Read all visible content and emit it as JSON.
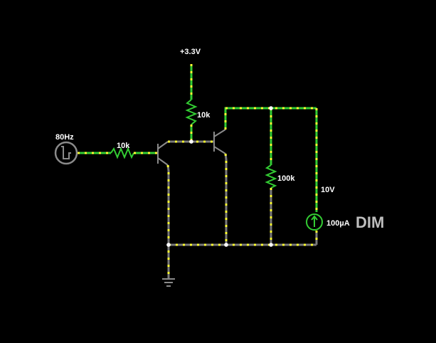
{
  "labels": {
    "supply": "+3.3V",
    "source_freq": "80Hz",
    "r_base": "10k",
    "r_pullup": "10k",
    "r_load": "100k",
    "voltage": "10V",
    "current": "100µA",
    "mode": "DIM"
  },
  "colors": {
    "background": "#000000",
    "active_wire": "#33cc33",
    "inactive_wire": "#7a7a7a",
    "current_dots": "#ffff33",
    "text": "#ffffff",
    "mode_text": "#bdbdbd"
  }
}
